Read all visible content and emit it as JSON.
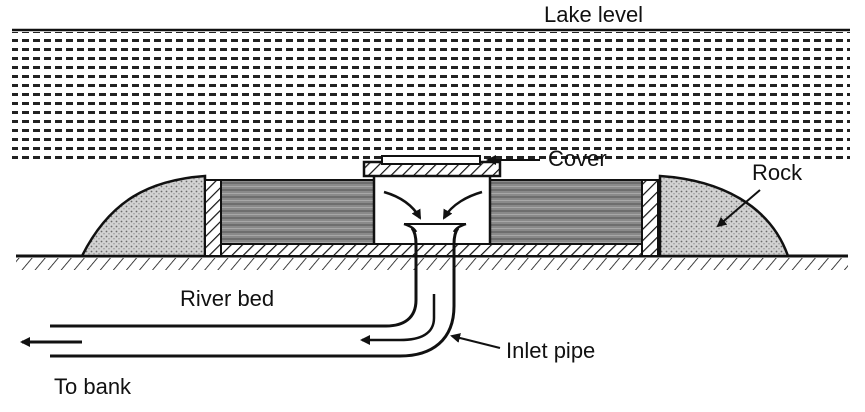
{
  "labels": {
    "lake_level": "Lake level",
    "cover": "Cover",
    "rock": "Rock",
    "river_bed": "River bed",
    "inlet_pipe": "Inlet pipe",
    "to_bank": "To bank"
  },
  "colors": {
    "ink": "#111111",
    "rock_fill": "#c9c9c9",
    "chamber_fill": "#8c8c8c",
    "background": "#ffffff"
  }
}
